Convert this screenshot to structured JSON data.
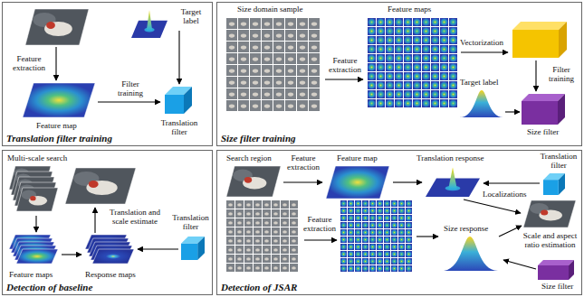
{
  "diagram": {
    "nodes": [
      {
        "text": [
          "Translation filter training"
        ]
      },
      {
        "text": [
          "Size filter training"
        ]
      },
      {
        "text": [
          "Detection of baseline"
        ]
      },
      {
        "text": [
          "Detection of JSAR"
        ]
      }
    ],
    "labels": [
      "Feature extraction",
      "Target label",
      "Filter training",
      "Feature map",
      "Translation filter",
      "Size domain sample",
      "Feature maps",
      "Vectorization",
      "Feature extraction",
      "Target label",
      "Filter training",
      "Size filter",
      "Multi-scale search",
      "Translation and scale estimate",
      "Translation filter",
      "Feature maps",
      "Response maps",
      "Search region",
      "Feature extraction",
      "Feature map",
      "Translation response",
      "Translation filter",
      "Localizations",
      "Feature extraction",
      "Size response",
      "Scale and aspect ratio estimation",
      "Size filter"
    ]
  }
}
